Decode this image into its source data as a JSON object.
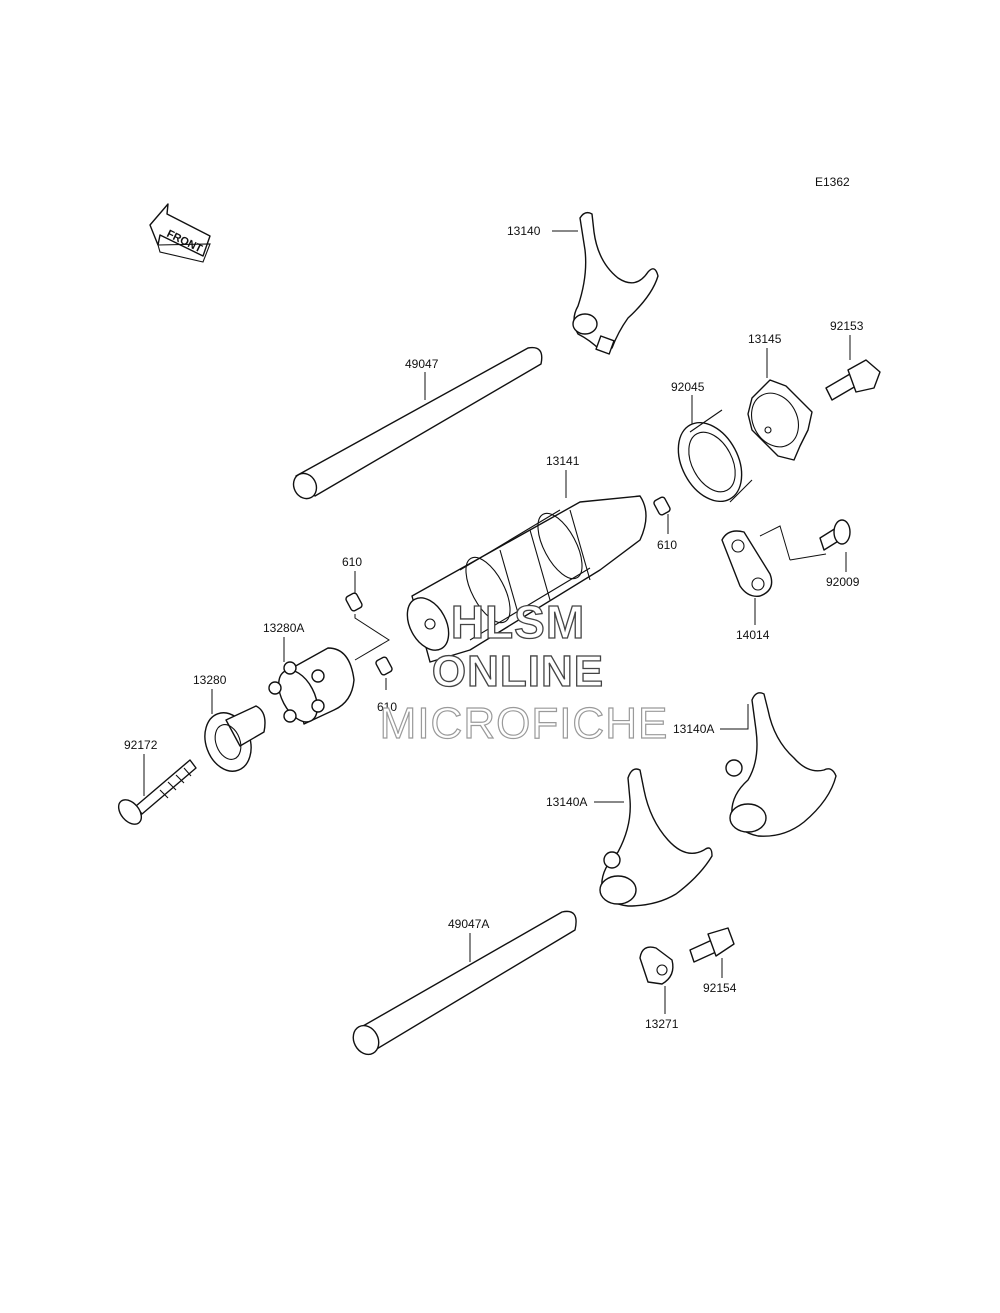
{
  "diagram": {
    "code": "E1362",
    "front_label": "FRONT",
    "parts": [
      {
        "id": "13140",
        "label": "13140"
      },
      {
        "id": "49047",
        "label": "49047"
      },
      {
        "id": "13145",
        "label": "13145"
      },
      {
        "id": "92153",
        "label": "92153"
      },
      {
        "id": "92045",
        "label": "92045"
      },
      {
        "id": "13141",
        "label": "13141"
      },
      {
        "id": "610a",
        "label": "610"
      },
      {
        "id": "610b",
        "label": "610"
      },
      {
        "id": "610c",
        "label": "610"
      },
      {
        "id": "92009",
        "label": "92009"
      },
      {
        "id": "14014",
        "label": "14014"
      },
      {
        "id": "13280A",
        "label": "13280A"
      },
      {
        "id": "13280",
        "label": "13280"
      },
      {
        "id": "92172",
        "label": "92172"
      },
      {
        "id": "13140A_right",
        "label": "13140A"
      },
      {
        "id": "13140A_left",
        "label": "13140A"
      },
      {
        "id": "49047A",
        "label": "49047A"
      },
      {
        "id": "92154",
        "label": "92154"
      },
      {
        "id": "13271",
        "label": "13271"
      }
    ]
  },
  "watermark": {
    "line1": "HLSM",
    "line2": "ONLINE",
    "line3": "MICROFICHE"
  }
}
